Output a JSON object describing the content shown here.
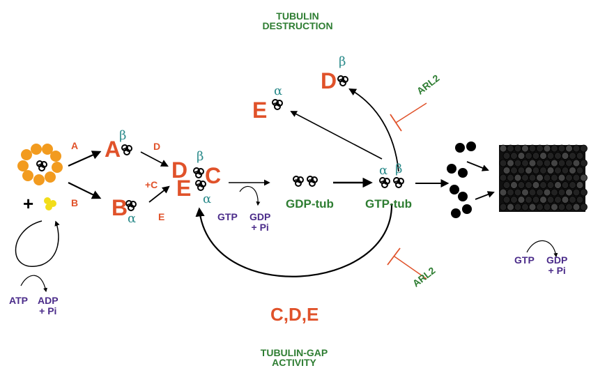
{
  "headings": {
    "top": "TUBULIN\nDESTRUCTION",
    "bottom": "TUBULIN-GAP\nACTIVITY"
  },
  "cofactors": {
    "a_big": "A",
    "b_big": "B",
    "d_main": "D",
    "e_main": "E",
    "c_main": "C",
    "e_top": "E",
    "d_top": "D",
    "a_small": "A",
    "b_small": "B",
    "d_small": "D",
    "e_small": "E",
    "plus_c": "+C",
    "cde": "C,D,E"
  },
  "subunits": {
    "beta": "β",
    "alpha": "α"
  },
  "species": {
    "gdp_tub": "GDP-tub",
    "gtp_tub": "GTP-tub"
  },
  "regulators": {
    "arl2_top": "ARL2",
    "arl2_bottom": "ARL2"
  },
  "nucleotides": {
    "atp": "ATP",
    "adp": "ADP\n+ Pi",
    "gtp1": "GTP",
    "gdp1": "GDP\n+ Pi",
    "gtp2": "GTP",
    "gdp2": "GDP\n+ Pi"
  },
  "plus_sign": "+",
  "colors": {
    "cofactor": "#e0522a",
    "tubulin_label": "#2e7d32",
    "nucleotide": "#4b2c8a",
    "subunit": "#2a8a8a",
    "chaperonin": "#f29b1f",
    "prefoldin": "#f2dd1a"
  }
}
